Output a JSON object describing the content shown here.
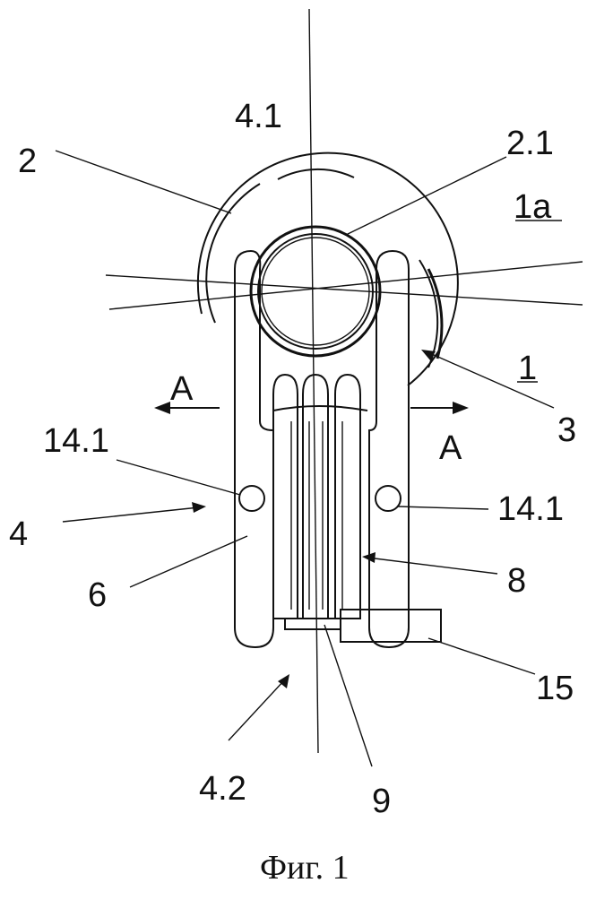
{
  "figure": {
    "caption": "Фиг. 1",
    "labels": {
      "l_4_1": "4.1",
      "l_2": "2",
      "l_2_1": "2.1",
      "l_1a": "1a",
      "l_1": "1",
      "l_3": "3",
      "l_A_left": "A",
      "l_A_right": "A",
      "l_14_1_left": "14.1",
      "l_14_1_right": "14.1",
      "l_4": "4",
      "l_6": "6",
      "l_8": "8",
      "l_15": "15",
      "l_4_2": "4.2",
      "l_9": "9"
    }
  }
}
